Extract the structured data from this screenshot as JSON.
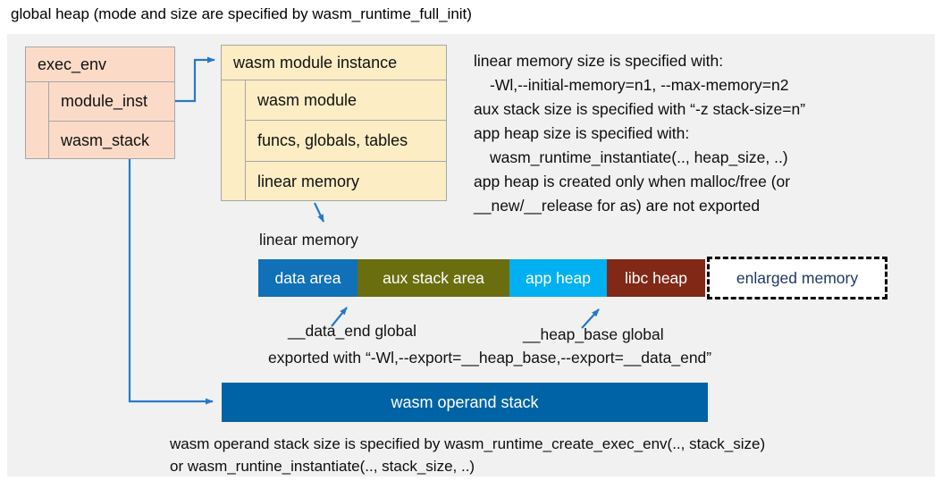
{
  "title": "global heap (mode and size are specified by wasm_runtime_full_init)",
  "exec_env_box": {
    "header": "exec_env",
    "rows": [
      "module_inst",
      "wasm_stack"
    ]
  },
  "module_instance_box": {
    "header": "wasm module instance",
    "rows": [
      "wasm module",
      "funcs, globals, tables",
      "linear memory"
    ]
  },
  "notes_top": {
    "lines": [
      "linear memory size is specified with:",
      "-Wl,--initial-memory=n1, --max-memory=n2",
      "aux stack size is specified with “-z stack-size=n”",
      "app heap size is specified with:",
      "wasm_runtime_instantiate(.., heap_size, ..)",
      "app heap is created only when malloc/free (or",
      "__new/__release for as) are not exported"
    ]
  },
  "linear_memory": {
    "label": "linear memory",
    "segments": [
      {
        "label": "data area",
        "color": "#1070b8"
      },
      {
        "label": "aux stack area",
        "color": "#6a6e0f"
      },
      {
        "label": "app heap",
        "color": "#00b0f0"
      },
      {
        "label": "libc heap",
        "color": "#822817"
      },
      {
        "label": "enlarged memory",
        "color": "#ffffff",
        "text_color": "#1f3864",
        "border": "dashed"
      }
    ]
  },
  "globals": {
    "data_end_label": "__data_end global",
    "heap_base_label": "__heap_base global",
    "export_line": "exported with “-Wl,--export=__heap_base,--export=__data_end”"
  },
  "operand_stack": {
    "label": "wasm operand stack",
    "color": "#0063a5"
  },
  "notes_bottom": {
    "lines": [
      "wasm operand stack size is specified by wasm_runtime_create_exec_env(.., stack_size)",
      "or wasm_runtine_instantiate(.., stack_size, ..)"
    ]
  },
  "colors": {
    "panel_bg": "#f1f1f1",
    "exec_env_fill": "#fbdbc8",
    "module_instance_fill": "#fcedc5",
    "box_border": "#a6a6a6",
    "arrow": "#2878c8",
    "enlarged_text": "#1f3864"
  }
}
